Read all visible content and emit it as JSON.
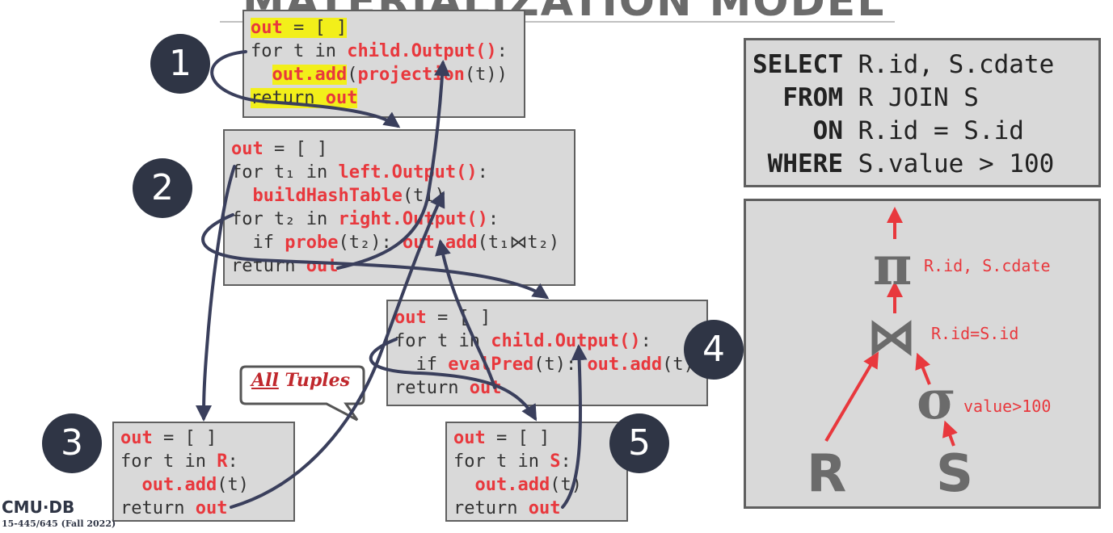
{
  "title": "MATERIALIZATION MODEL",
  "operators": {
    "op1": {
      "badge": "1",
      "lines": [
        [
          {
            "t": "out",
            "c": "red hl"
          },
          {
            "t": " = [ ]",
            "c": "hl"
          }
        ],
        [
          {
            "t": "for t in ",
            "c": ""
          },
          {
            "t": "child.Output()",
            "c": "red"
          },
          {
            "t": ":",
            "c": ""
          }
        ],
        [
          {
            "t": "  ",
            "c": ""
          },
          {
            "t": "out.add",
            "c": "red hl"
          },
          {
            "t": "(",
            "c": ""
          },
          {
            "t": "projection",
            "c": "red"
          },
          {
            "t": "(t))",
            "c": ""
          }
        ],
        [
          {
            "t": "return ",
            "c": "hl"
          },
          {
            "t": "out",
            "c": "red hl"
          }
        ]
      ]
    },
    "op2": {
      "badge": "2",
      "lines": [
        [
          {
            "t": "out",
            "c": "red"
          },
          {
            "t": " = [ ]",
            "c": ""
          }
        ],
        [
          {
            "t": "for t₁ in ",
            "c": ""
          },
          {
            "t": "left.Output()",
            "c": "red"
          },
          {
            "t": ":",
            "c": ""
          }
        ],
        [
          {
            "t": "  ",
            "c": ""
          },
          {
            "t": "buildHashTable",
            "c": "red"
          },
          {
            "t": "(t₁)",
            "c": ""
          }
        ],
        [
          {
            "t": "for t₂ in ",
            "c": ""
          },
          {
            "t": "right.Output()",
            "c": "red"
          },
          {
            "t": ":",
            "c": ""
          }
        ],
        [
          {
            "t": "  if ",
            "c": ""
          },
          {
            "t": "probe",
            "c": "red"
          },
          {
            "t": "(t₂): ",
            "c": ""
          },
          {
            "t": "out.add",
            "c": "red"
          },
          {
            "t": "(t₁⋈t₂)",
            "c": ""
          }
        ],
        [
          {
            "t": "return ",
            "c": ""
          },
          {
            "t": "out",
            "c": "red"
          }
        ]
      ]
    },
    "op3": {
      "badge": "3",
      "lines": [
        [
          {
            "t": "out",
            "c": "red"
          },
          {
            "t": " = [ ]",
            "c": ""
          }
        ],
        [
          {
            "t": "for t in ",
            "c": ""
          },
          {
            "t": "R",
            "c": "red"
          },
          {
            "t": ":",
            "c": ""
          }
        ],
        [
          {
            "t": "  ",
            "c": ""
          },
          {
            "t": "out.add",
            "c": "red"
          },
          {
            "t": "(t)",
            "c": ""
          }
        ],
        [
          {
            "t": "return ",
            "c": ""
          },
          {
            "t": "out",
            "c": "red"
          }
        ]
      ]
    },
    "op4": {
      "badge": "4",
      "lines": [
        [
          {
            "t": "out",
            "c": "red"
          },
          {
            "t": " = [ ]",
            "c": ""
          }
        ],
        [
          {
            "t": "for t in ",
            "c": ""
          },
          {
            "t": "child.Output()",
            "c": "red"
          },
          {
            "t": ":",
            "c": ""
          }
        ],
        [
          {
            "t": "  if ",
            "c": ""
          },
          {
            "t": "evalPred",
            "c": "red"
          },
          {
            "t": "(t): ",
            "c": ""
          },
          {
            "t": "out.add",
            "c": "red"
          },
          {
            "t": "(t)",
            "c": ""
          }
        ],
        [
          {
            "t": "return ",
            "c": ""
          },
          {
            "t": "out",
            "c": "red"
          }
        ]
      ]
    },
    "op5": {
      "badge": "5",
      "lines": [
        [
          {
            "t": "out",
            "c": "red"
          },
          {
            "t": " = [ ]",
            "c": ""
          }
        ],
        [
          {
            "t": "for t in ",
            "c": ""
          },
          {
            "t": "S",
            "c": "red"
          },
          {
            "t": ":",
            "c": ""
          }
        ],
        [
          {
            "t": "  ",
            "c": ""
          },
          {
            "t": "out.add",
            "c": "red"
          },
          {
            "t": "(t)",
            "c": ""
          }
        ],
        [
          {
            "t": "return ",
            "c": ""
          },
          {
            "t": "out",
            "c": "red"
          }
        ]
      ]
    }
  },
  "sql": {
    "lines": [
      {
        "k": "SELECT",
        "v": "R.id, S.cdate"
      },
      {
        "k": "FROM",
        "v": "R JOIN S"
      },
      {
        "k": "ON",
        "v": "R.id = S.id"
      },
      {
        "k": "WHERE",
        "v": "S.value > 100"
      }
    ]
  },
  "plan": {
    "projection_symbol": "π",
    "projection_label": "R.id, S.cdate",
    "join_symbol": "⋈",
    "join_label": "R.id=S.id",
    "select_symbol": "σ",
    "select_label": "value>100",
    "left_table": "R",
    "right_table": "S"
  },
  "callout": {
    "emph": "All",
    "rest": " Tuples"
  },
  "footer": {
    "logo": "CMU·DB",
    "course": "15-445/645 (Fall 2022)"
  },
  "colors": {
    "accent_red": "#e8383d",
    "badge": "#2f3545",
    "arrow": "#3a3f5c",
    "box": "#d9d9d9"
  }
}
